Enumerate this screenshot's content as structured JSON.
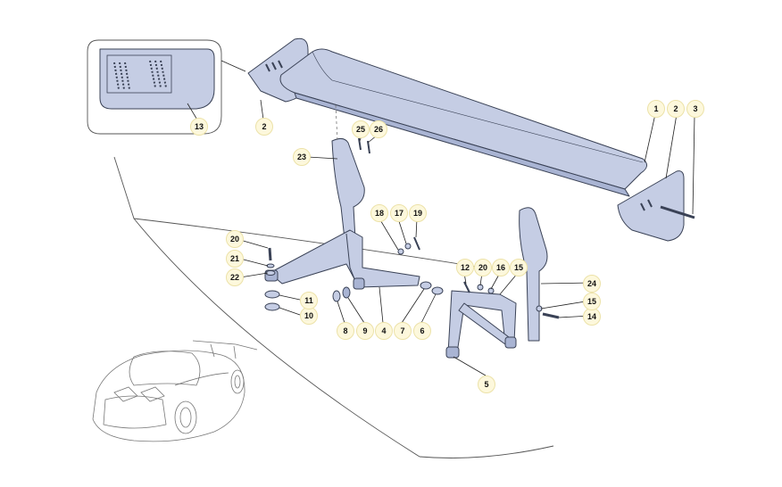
{
  "callouts": [
    {
      "id": "c1",
      "label": "1"
    },
    {
      "id": "c2a",
      "label": "2"
    },
    {
      "id": "c2b",
      "label": "2"
    },
    {
      "id": "c3",
      "label": "3"
    },
    {
      "id": "c4",
      "label": "4"
    },
    {
      "id": "c5",
      "label": "5"
    },
    {
      "id": "c6",
      "label": "6"
    },
    {
      "id": "c7",
      "label": "7"
    },
    {
      "id": "c8",
      "label": "8"
    },
    {
      "id": "c9",
      "label": "9"
    },
    {
      "id": "c10",
      "label": "10"
    },
    {
      "id": "c11",
      "label": "11"
    },
    {
      "id": "c12",
      "label": "12"
    },
    {
      "id": "c13",
      "label": "13"
    },
    {
      "id": "c14",
      "label": "14"
    },
    {
      "id": "c15a",
      "label": "15"
    },
    {
      "id": "c15b",
      "label": "15"
    },
    {
      "id": "c16",
      "label": "16"
    },
    {
      "id": "c17",
      "label": "17"
    },
    {
      "id": "c18",
      "label": "18"
    },
    {
      "id": "c19",
      "label": "19"
    },
    {
      "id": "c20a",
      "label": "20"
    },
    {
      "id": "c20b",
      "label": "20"
    },
    {
      "id": "c21",
      "label": "21"
    },
    {
      "id": "c22",
      "label": "22"
    },
    {
      "id": "c23",
      "label": "23"
    },
    {
      "id": "c24",
      "label": "24"
    },
    {
      "id": "c25",
      "label": "25"
    },
    {
      "id": "c26",
      "label": "26"
    }
  ],
  "colors": {
    "part_fill": "#c5cde4",
    "part_stroke": "#3a4256",
    "callout_fill": "#fdf8dc"
  }
}
